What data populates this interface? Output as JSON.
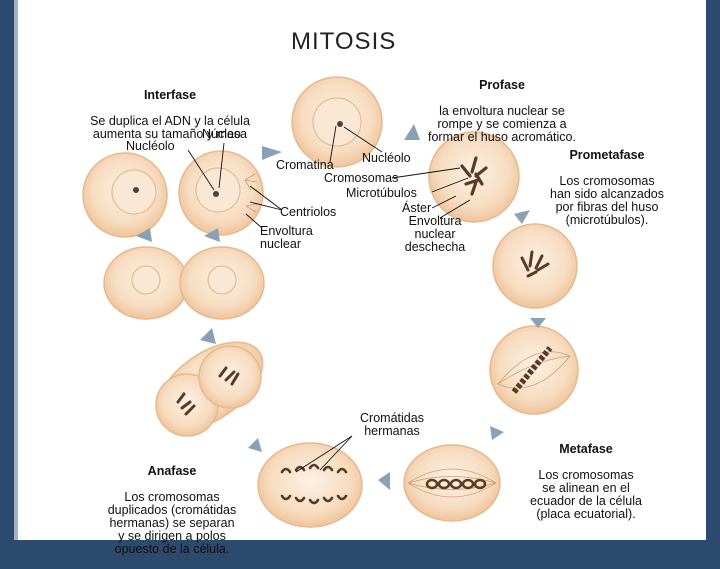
{
  "title": "MITOSIS",
  "phases": {
    "interfase": {
      "name": "Interfase",
      "desc": "Se duplica el ADN y la célula\naumenta su tamaño y masa"
    },
    "profase": {
      "name": "Profase",
      "desc": "la envoltura nuclear se\nrompe y se comienza a\nformar el huso acromático."
    },
    "prometafase": {
      "name": "Prometafase",
      "desc": "Los cromosomas\nhan sido alcanzados\npor fibras del huso\n(microtúbulos)."
    },
    "metafase": {
      "name": "Metafase",
      "desc": "Los cromosomas\nse alinean en el\necuador de la célula\n(placa ecuatorial)."
    },
    "anafase": {
      "name": "Anafase",
      "desc": "Los cromosomas\nduplicados (cromátidas\nhermanas) se separan\ny se dirigen a polos\nopuesto de la célula."
    }
  },
  "structures": {
    "nucleo": "Núcleo",
    "nucleolo_left": "Nucléolo",
    "centriolos": "Centriolos",
    "envoltura_nuclear": "Envoltura\nnuclear",
    "cromatina": "Cromatina",
    "nucleolo_right": "Nucléolo",
    "cromosomas": "Cromosomas",
    "microtubulos": "Microtúbulos",
    "aster": "Áster",
    "envoltura_deschecha": "Envoltura\nnuclear\ndeschecha",
    "cromatidas_hermanas": "Cromátidas\nhermanas"
  },
  "colors": {
    "cell_fill": "#f6d7b5",
    "cell_edge": "#e8b98c",
    "arrow": "#8aa0b4",
    "chromosome": "#5a3a22"
  }
}
